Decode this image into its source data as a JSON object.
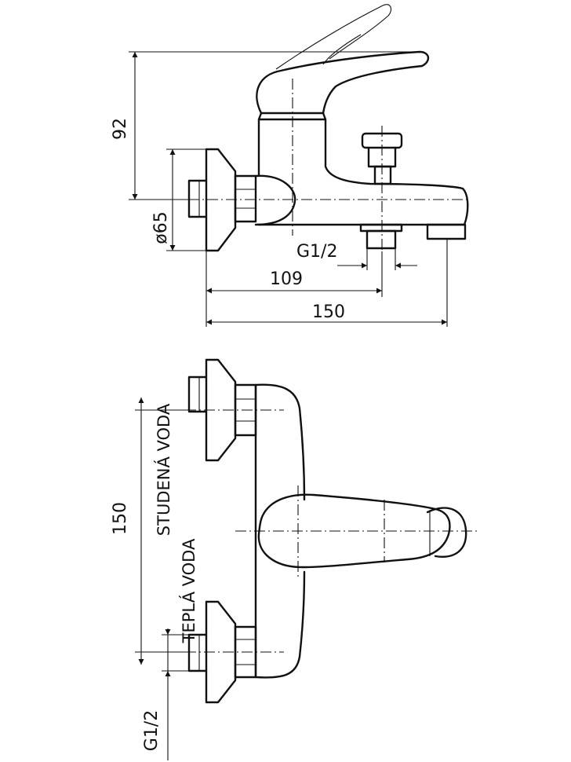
{
  "side_view": {
    "dim_height": "92",
    "dim_flange": "ø65",
    "dim_thread": "G1/2",
    "dim_outlet": "109",
    "dim_width": "150"
  },
  "top_view": {
    "dim_spacing": "150",
    "cold_water_label": "STUDENÁ VODA",
    "hot_water_label": "TEPLÁ VODA",
    "dim_thread": "G1/2"
  }
}
